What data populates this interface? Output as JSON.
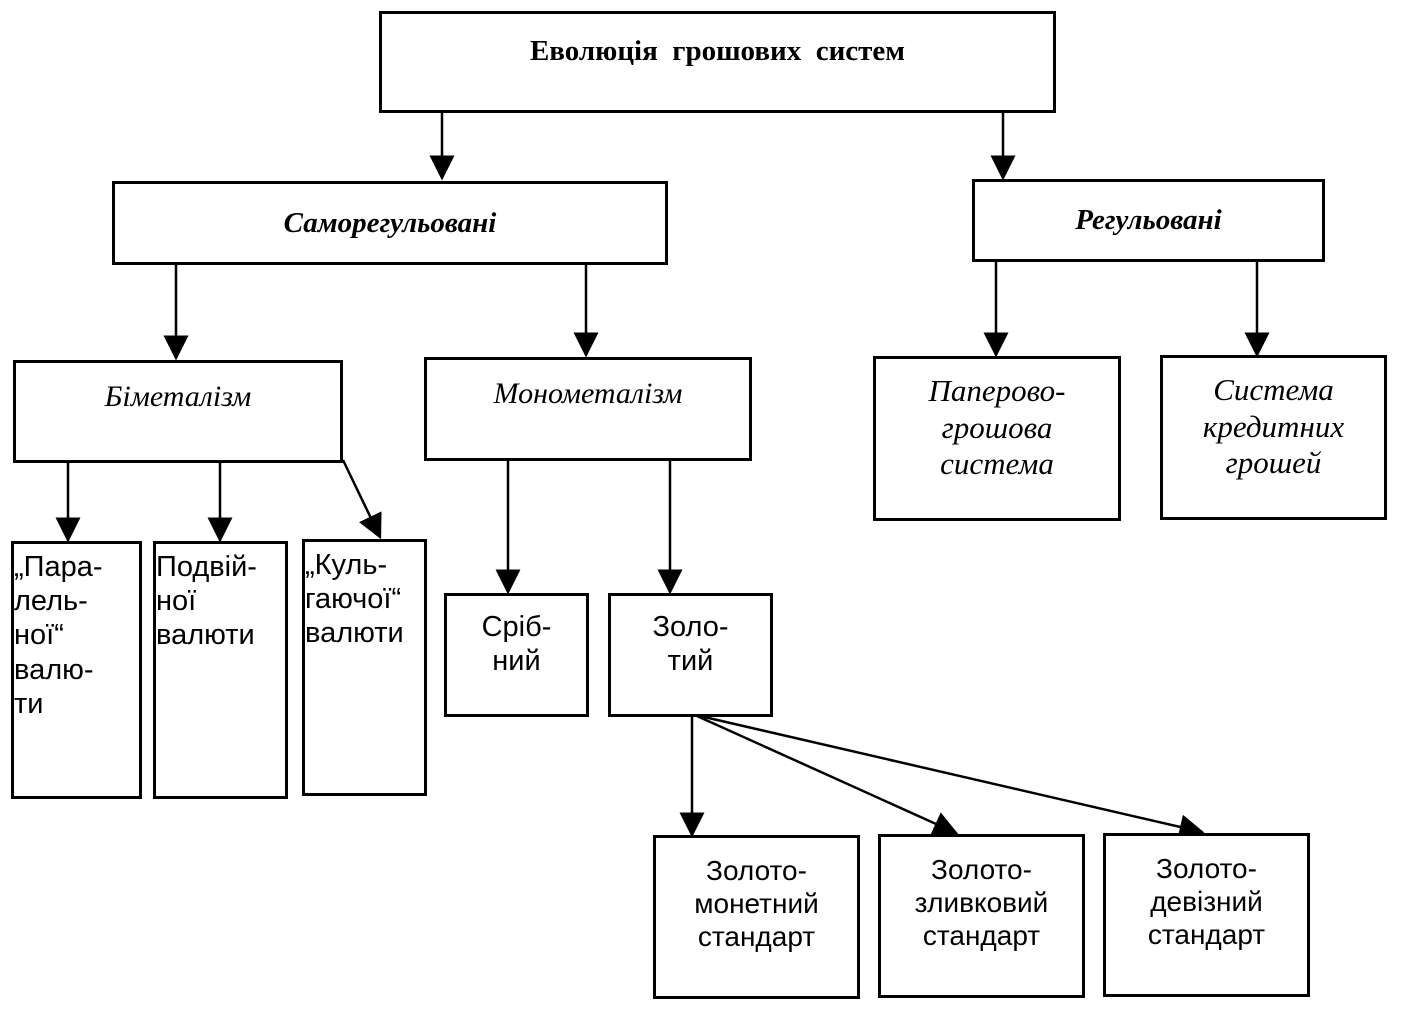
{
  "root": {
    "title": "Еволюція  грошових  систем"
  },
  "level1": {
    "self_regulated": "Саморегульовані",
    "regulated": "Регульовані"
  },
  "level2": {
    "bimetallism": "Біметалізм",
    "monometallism": "Монометалізм",
    "paper_money": [
      "Паперово-",
      "грошова",
      "система"
    ],
    "credit_money": [
      "Система",
      "кредитних",
      "грошей"
    ]
  },
  "bimetallism_types": {
    "parallel": [
      "„Пара-",
      "лель-",
      "ної“",
      "валю-",
      "ти"
    ],
    "double": [
      "Подвій-",
      "ної",
      "валюти"
    ],
    "limping": [
      "„Куль-",
      "гаючої“",
      "валюти"
    ]
  },
  "monometallism_types": {
    "silver": [
      "Сріб-",
      "ний"
    ],
    "gold": [
      "Золо-",
      "тий"
    ]
  },
  "gold_standards": {
    "coin": [
      "Золото-",
      "монетний",
      "стандарт"
    ],
    "bullion": [
      "Золото-",
      "зливковий",
      "стандарт"
    ],
    "exchange": [
      "Золото-",
      "девізний",
      "стандарт"
    ]
  }
}
